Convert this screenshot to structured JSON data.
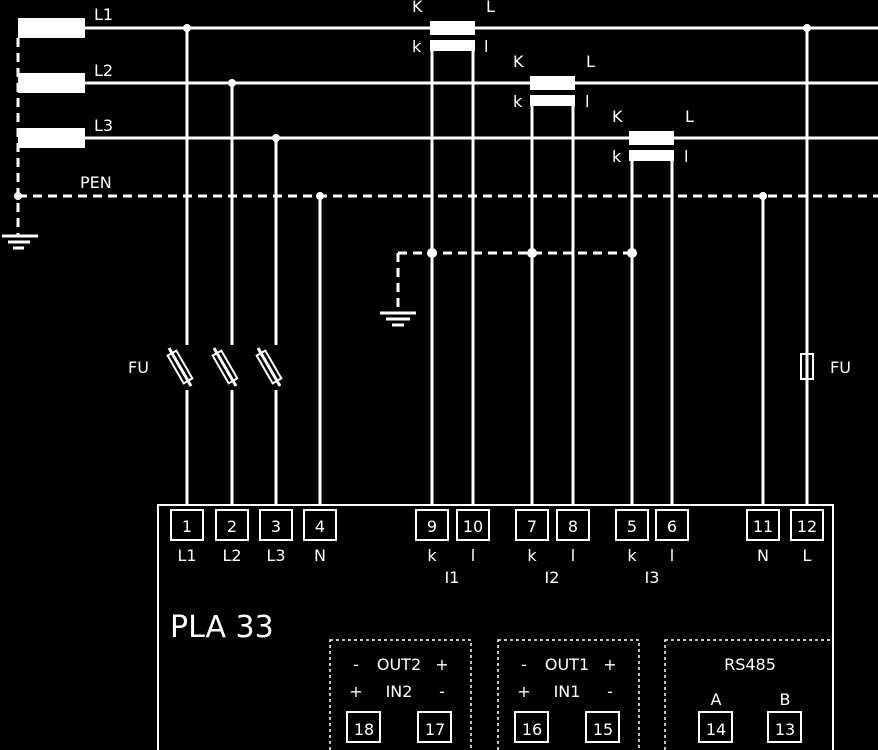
{
  "lines": {
    "l1": "L1",
    "l2": "L2",
    "l3": "L3",
    "pen": "PEN"
  },
  "ct": {
    "primary_in": "K",
    "primary_out": "L",
    "secondary_in": "k",
    "secondary_out": "l"
  },
  "fuse_label": "FU",
  "device": {
    "name": "PLA 33"
  },
  "terminals": [
    {
      "num": "1",
      "label": "L1"
    },
    {
      "num": "2",
      "label": "L2"
    },
    {
      "num": "3",
      "label": "L3"
    },
    {
      "num": "4",
      "label": "N"
    },
    {
      "num": "9",
      "label": "k"
    },
    {
      "num": "10",
      "label": "l"
    },
    {
      "num": "7",
      "label": "k"
    },
    {
      "num": "8",
      "label": "l"
    },
    {
      "num": "5",
      "label": "k"
    },
    {
      "num": "6",
      "label": "l"
    },
    {
      "num": "11",
      "label": "N"
    },
    {
      "num": "12",
      "label": "L"
    }
  ],
  "current_groups": [
    "I1",
    "I2",
    "I3"
  ],
  "io_blocks": [
    {
      "top_minus": "-",
      "top_label": "OUT2",
      "top_plus": "+",
      "bot_plus": "+",
      "bot_label": "IN2",
      "bot_minus": "-",
      "left_num": "18",
      "right_num": "17"
    },
    {
      "top_minus": "-",
      "top_label": "OUT1",
      "top_plus": "+",
      "bot_plus": "+",
      "bot_label": "IN1",
      "bot_minus": "-",
      "left_num": "16",
      "right_num": "15"
    }
  ],
  "rs485": {
    "title": "RS485",
    "a_label": "A",
    "b_label": "B",
    "a_num": "14",
    "b_num": "13"
  }
}
